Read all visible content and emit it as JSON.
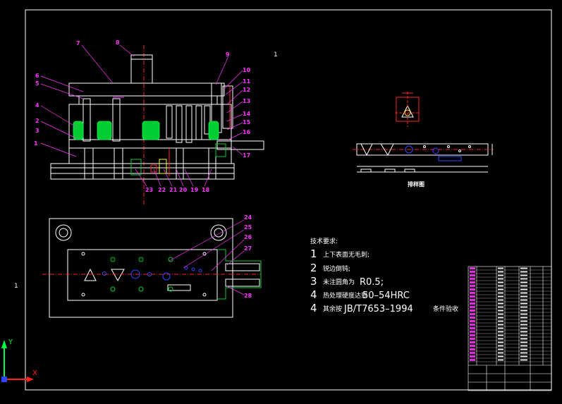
{
  "sheet_marker": "1",
  "left_marker": "1",
  "part_labels": [
    "1",
    "2",
    "3",
    "4",
    "5",
    "6",
    "7",
    "8",
    "9",
    "10",
    "11",
    "12",
    "13",
    "14",
    "15",
    "16",
    "17",
    "18",
    "19",
    "20",
    "21",
    "22",
    "23",
    "24",
    "25",
    "26",
    "27",
    "28"
  ],
  "strip_caption": "排样图",
  "technical_notes": {
    "title": "技术要求:",
    "items": [
      {
        "num": "1",
        "text": "上下表面无毛刺;"
      },
      {
        "num": "2",
        "text": "锐边倒钝;"
      },
      {
        "num": "3",
        "text": "未注圆角为",
        "value": "R0.5;"
      },
      {
        "num": "4",
        "text": "热处理硬度达到",
        "value": "50–54HRC"
      },
      {
        "num": "4",
        "text": "其余按",
        "value": "JB/T7653–1994",
        "text2": "条件验收"
      }
    ]
  },
  "ucs": {
    "x_label": "X",
    "y_label": "Y"
  },
  "colors": {
    "background": "#000000",
    "outline": "#ffffff",
    "leader": "#ff33ff",
    "green": "#00cc33",
    "yellow": "#ffff00",
    "red": "#ff2222",
    "blue": "#3344ff",
    "cyan": "#33ccff"
  }
}
